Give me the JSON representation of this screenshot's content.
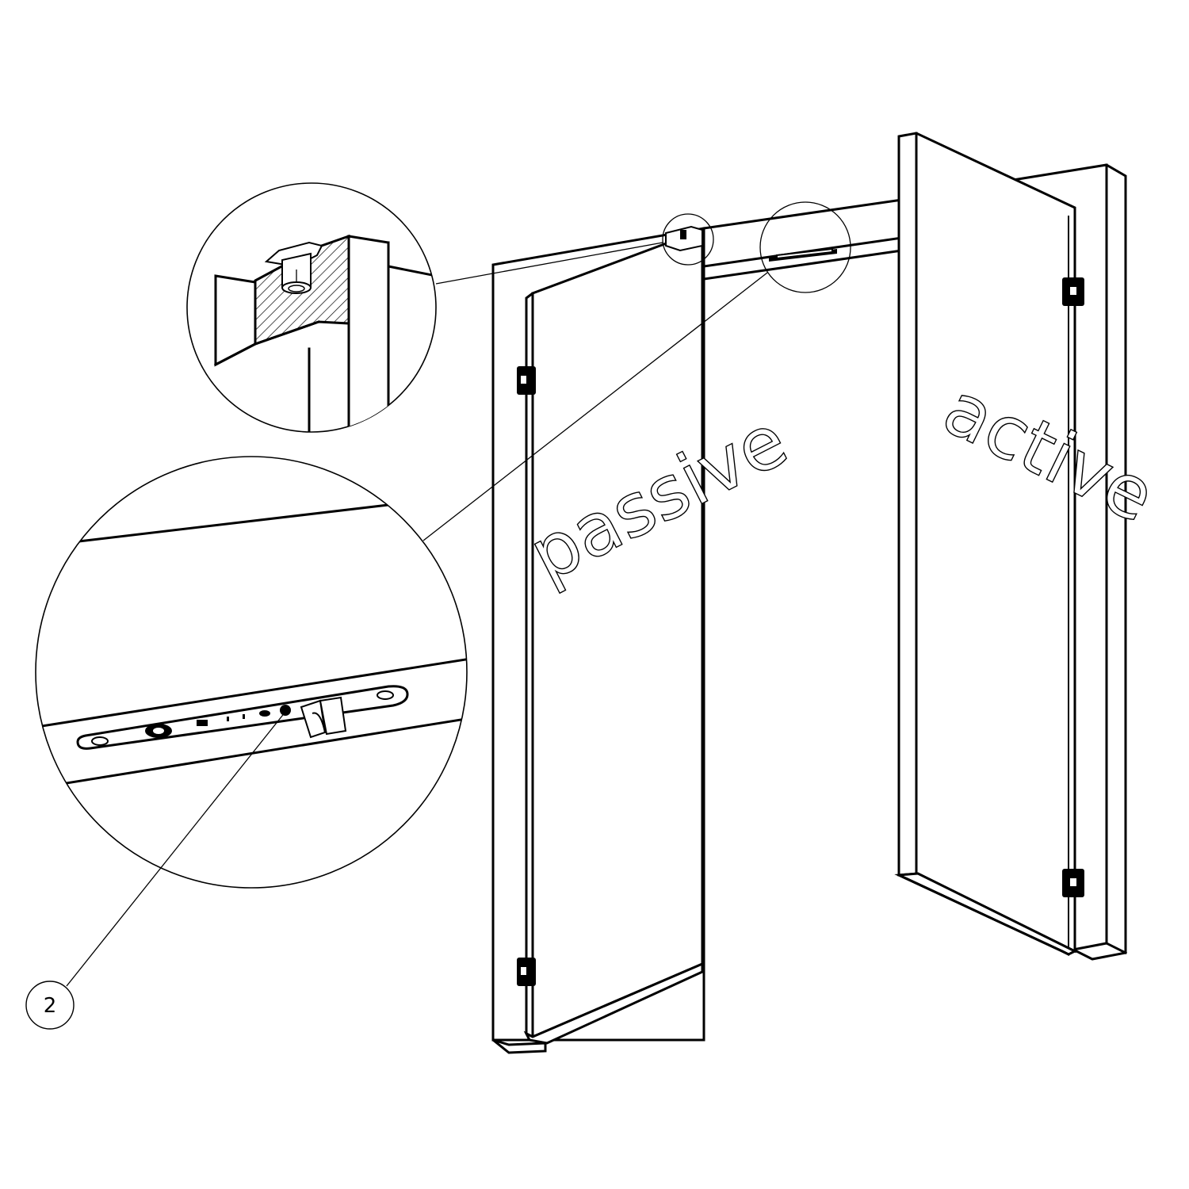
{
  "labels": {
    "passive_leaf": "passive",
    "active_leaf": "active"
  },
  "callouts": [
    {
      "number": "2"
    }
  ],
  "icons": {
    "top_detail": "hinge-pin-cup-icon",
    "lock_detail": "lock-faceplate-icon",
    "hinge": "hinge-icon"
  },
  "colors": {
    "line": "#000000",
    "background": "#ffffff"
  }
}
